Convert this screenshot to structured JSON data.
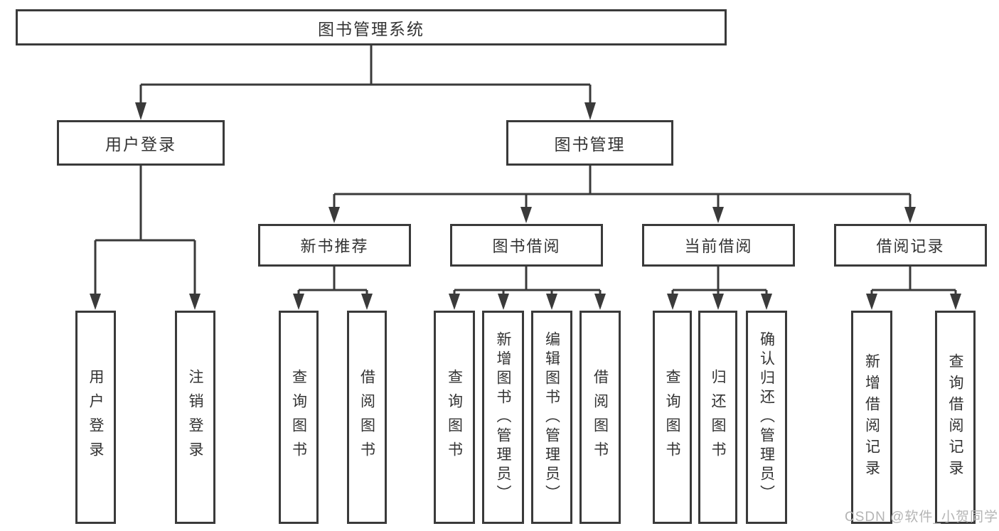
{
  "diagram": {
    "root": "图书管理系统",
    "level2": {
      "user_login": "用户登录",
      "book_management": "图书管理"
    },
    "level3": {
      "new_book_recommend": "新书推荐",
      "book_borrow": "图书借阅",
      "current_borrow": "当前借阅",
      "borrow_records": "借阅记录"
    },
    "leaves": {
      "user_login": "用户登录",
      "logout_login": "注销登录",
      "query_books_1": "查询图书",
      "borrow_books_1": "借阅图书",
      "query_books_2": "查询图书",
      "add_book_admin": "新增图书（管理员）",
      "edit_book_admin": "编辑图书（管理员）",
      "borrow_books_2": "借阅图书",
      "query_books_3": "查询图书",
      "return_book": "归还图书",
      "confirm_return_admin": "确认归还（管理员）",
      "add_borrow_record": "新增借阅记录",
      "query_borrow_record": "查询借阅记录"
    },
    "hierarchy": {
      "图书管理系统": {
        "用户登录": [
          "用户登录",
          "注销登录"
        ],
        "图书管理": {
          "新书推荐": [
            "查询图书",
            "借阅图书"
          ],
          "图书借阅": [
            "查询图书",
            "新增图书（管理员）",
            "编辑图书（管理员）",
            "借阅图书"
          ],
          "当前借阅": [
            "查询图书",
            "归还图书",
            "确认归还（管理员）"
          ],
          "借阅记录": [
            "新增借阅记录",
            "查询借阅记录"
          ]
        }
      }
    }
  },
  "watermark": "CSDN @软件_小贺同学",
  "colors": {
    "line": "#3a3a3a",
    "text": "#333333",
    "background": "#ffffff",
    "watermark": "#b4b4b4"
  }
}
